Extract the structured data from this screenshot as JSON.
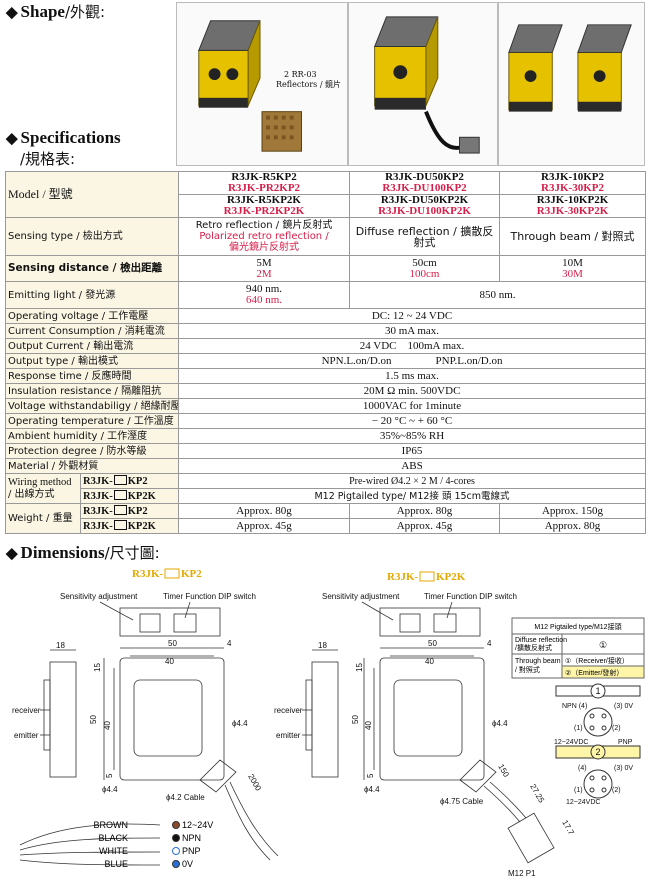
{
  "shape": {
    "heading_en": "Shape",
    "heading_cn": "/外觀:",
    "reflector_label_1": "2 RR-03",
    "reflector_label_2": "Reflectors / 鏡片"
  },
  "specs_heading": {
    "en": "Specifications",
    "cn": "/規格表:"
  },
  "table": {
    "model_label": "Model / 型號",
    "models": {
      "col1": [
        "R3JK-R5KP2",
        "R3JK-PR2KP2",
        "R3JK-R5KP2K",
        "R3JK-PR2KP2K"
      ],
      "col2": [
        "R3JK-DU50KP2",
        "R3JK-DU100KP2",
        "R3JK-DU50KP2K",
        "R3JK-DU100KP2K"
      ],
      "col3": [
        "R3JK-10KP2",
        "R3JK-30KP2",
        "R3JK-10KP2K",
        "R3JK-30KP2K"
      ]
    },
    "sensing_type": {
      "label": "Sensing type / 檢出方式",
      "col1_a": "Retro reflection / 鏡片反射式",
      "col1_b": "Polarized retro reflection /",
      "col1_c": "偏光鏡片反射式",
      "col2": "Diffuse reflection / 擴散反射式",
      "col3": "Through beam / 對照式"
    },
    "sensing_distance": {
      "label": "Sensing distance / 檢出距離",
      "col1_a": "5M",
      "col1_b": "2M",
      "col2_a": "50cm",
      "col2_b": "100cm",
      "col3_a": "10M",
      "col3_b": "30M"
    },
    "emitting_light": {
      "label": "Emitting light / 發光源",
      "col1_a": "940 nm.",
      "col1_b": "640 nm.",
      "col23": "850 nm."
    },
    "rows": [
      {
        "label": "Operating voltage / 工作電壓",
        "value": "DC: 12 ~ 24 VDC"
      },
      {
        "label": "Current Consumption / 消耗電流",
        "value": "30 mA  max."
      },
      {
        "label": "Output Current / 輸出電流",
        "value": "24 VDC    100mA max."
      },
      {
        "label": "Output type / 輸出模式",
        "value": "NPN.L.on/D.on                PNP.L.on/D.on"
      },
      {
        "label": "Response time / 反應時間",
        "value": "1.5 ms max."
      },
      {
        "label": "Insulation resistance / 隔離阻抗",
        "value": "20M Ω min.  500VDC"
      },
      {
        "label": "Voltage withstandabiligy / 絕緣耐壓",
        "value": "1000VAC for 1minute"
      },
      {
        "label": "Operating temperature / 工作溫度",
        "value": "− 20 °C ~ + 60 °C"
      },
      {
        "label": "Ambient humidity / 工作溼度",
        "value": "35%~85%  RH"
      },
      {
        "label": "Protection degree / 防水等級",
        "value": "IP65"
      },
      {
        "label": "Material / 外觀材質",
        "value": "ABS"
      }
    ],
    "wiring": {
      "label_en": "Wiring method",
      "label_cn": "/ 出線方式",
      "kp2_prefix": "R3JK-",
      "kp2_suffix": "KP2",
      "kp2k_prefix": "R3JK-",
      "kp2k_suffix": "KP2K",
      "kp2_value": "Pre-wired Ø4.2 × 2 M / 4-cores",
      "kp2k_value": "M12 Pigtailed type/ M12接  頭  15cm電線式"
    },
    "weight": {
      "label": "Weight / 重量",
      "kp2_prefix": "R3JK-",
      "kp2_suffix": "KP2",
      "kp2k_prefix": "R3JK-",
      "kp2k_suffix": "KP2K",
      "kp2": [
        "Approx. 80g",
        "Approx. 80g",
        "Approx. 150g"
      ],
      "kp2k": [
        "Approx. 45g",
        "Approx. 45g",
        "Approx. 80g"
      ]
    }
  },
  "dimensions": {
    "heading_en": "Dimensions",
    "heading_cn": "/尺寸圖:",
    "left_title_prefix": "R3JK-",
    "left_title_suffix": "KP2",
    "right_title_prefix": "R3JK-",
    "right_title_suffix": "KP2K",
    "sensitivity": "Sensitivity adjustment",
    "timer": "Timer Function DIP switch",
    "receiver": "receiver",
    "emitter": "emitter",
    "dims": {
      "d18": "18",
      "d15": "15",
      "d50": "50",
      "d40": "40",
      "d4": "4",
      "d5": "5",
      "d44": "ϕ4.4",
      "d2000": "2000",
      "d150": "150",
      "d2725": "27.25",
      "d177": "17.7"
    },
    "cable_left": "ϕ4.2 Cable",
    "cable_right": "ϕ4.75 Cable",
    "m12": "M12 P1",
    "wires": [
      {
        "name": "BROWN",
        "func": "12~24V",
        "color": "#8b4a2b"
      },
      {
        "name": "BLACK",
        "func": "NPN",
        "color": "#111111"
      },
      {
        "name": "WHITE",
        "func": "PNP",
        "color": "#ffffff"
      },
      {
        "name": "BLUE",
        "func": "0V",
        "color": "#2a6fd6"
      }
    ],
    "m12_table": {
      "title": "M12 Pigtailed type/M12接頭",
      "diffuse": "Diffuse reflection",
      "diffuse_cn": "/擴散反射式",
      "through": "Through beam",
      "through_cn": "/ 對照式",
      "circle1": "①",
      "receiver_tag": "①（Receiver/接收）",
      "emitter_tag": "②（Emitter/發射）"
    },
    "pin1": {
      "num": "1",
      "npn": "NPN (4)",
      "v0": "(3)  0V",
      "p1": "(1)",
      "p2": "(2)",
      "vdc": "12~24VDC",
      "pnp": "PNP"
    },
    "pin2": {
      "num": "2",
      "p4": "(4)",
      "v0": "(3)  0V",
      "p1": "(1)",
      "p2": "(2)",
      "vdc": "12~24VDC"
    }
  }
}
